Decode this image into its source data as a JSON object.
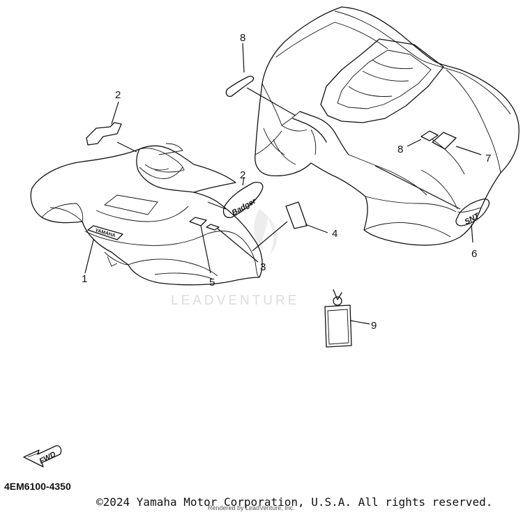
{
  "watermark": {
    "text": "LEADVENTURE"
  },
  "diagram": {
    "part_code": "4EM6100-4350",
    "fwd_label": "FWD",
    "decal_text_front": "YAMAHA",
    "decal_text_badge_left": "Badger",
    "decal_text_badge_right": "SNT",
    "callouts": [
      {
        "id": "c1",
        "label": "1"
      },
      {
        "id": "c2a",
        "label": "2"
      },
      {
        "id": "c2b",
        "label": "2"
      },
      {
        "id": "c3",
        "label": "3"
      },
      {
        "id": "c4",
        "label": "4"
      },
      {
        "id": "c5",
        "label": "5"
      },
      {
        "id": "c6",
        "label": "6"
      },
      {
        "id": "c7",
        "label": "7"
      },
      {
        "id": "c8a",
        "label": "8"
      },
      {
        "id": "c8b",
        "label": "8"
      },
      {
        "id": "c9",
        "label": "9"
      }
    ]
  },
  "footer": {
    "copyright": "©2024 Yamaha Motor Corporation, U.S.A. All rights reserved.",
    "rendered_by": "Rendered by LeadVenture, Inc."
  }
}
